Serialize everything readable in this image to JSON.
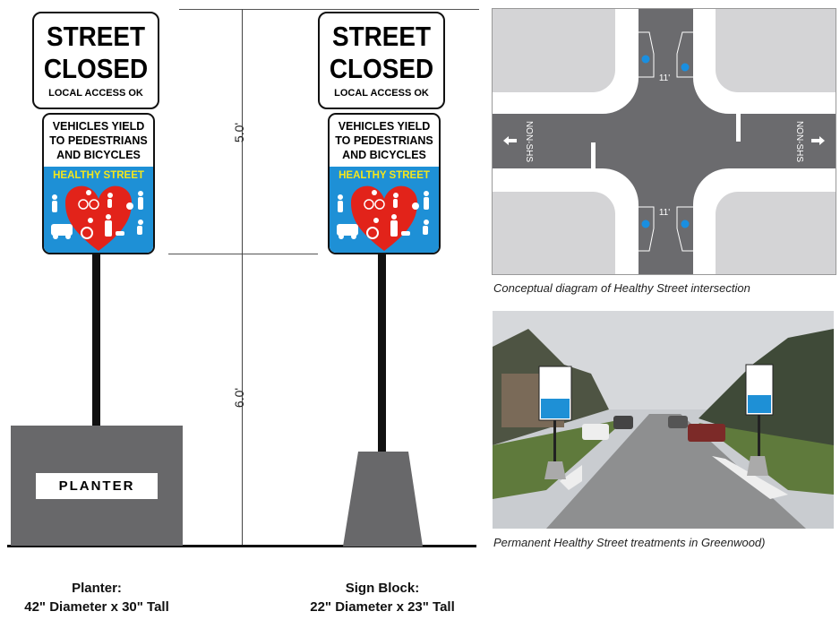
{
  "sign": {
    "line1": "STREET",
    "line2": "CLOSED",
    "local": "LOCAL ACCESS OK",
    "yield1": "VEHICLES YIELD",
    "yield2": "TO PEDESTRIANS",
    "yield3": "AND BICYCLES",
    "healthy": "HEALTHY STREET"
  },
  "dimensions": {
    "upper": "5.0'",
    "lower": "6.0'"
  },
  "planter_label": "PLANTER",
  "captions": {
    "planter_title": "Planter:",
    "planter_size": "42\" Diameter x 30\" Tall",
    "block_title": "Sign Block:",
    "block_size": "22\" Diameter x 23\" Tall",
    "diagram": "Conceptual diagram of Healthy Street intersection",
    "photo": "Permanent Healthy Street treatments in Greenwood)"
  },
  "intersection": {
    "lane_width": "11'",
    "street_label": "NON-SHS"
  },
  "colors": {
    "sign_blue": "#1e90d6",
    "heart": "#e2231a",
    "asphalt": "#6b6b6e",
    "block": "#d4d4d6",
    "dot": "#1a8fe0"
  }
}
